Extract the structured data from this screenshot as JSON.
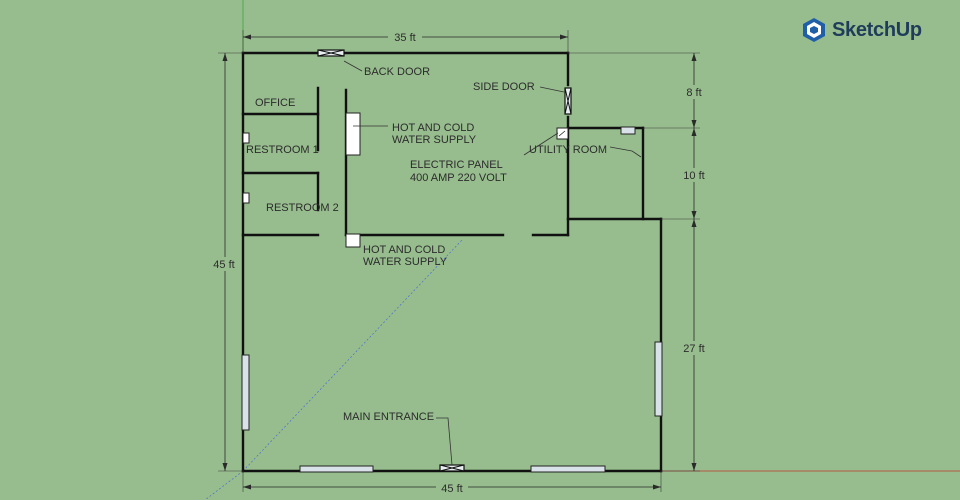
{
  "app": {
    "brand": "SketchUp",
    "brand_color": "#1f5fa8"
  },
  "labels": {
    "back_door": "BACK DOOR",
    "side_door": "SIDE DOOR",
    "office": "OFFICE",
    "restroom_1": "RESTROOM 1",
    "restroom_2": "RESTROOM 2",
    "water_supply_1_line1": "HOT AND COLD",
    "water_supply_1_line2": "WATER SUPPLY",
    "water_supply_2_line1": "HOT AND COLD",
    "water_supply_2_line2": "WATER SUPPLY",
    "electric_panel_line1": "ELECTRIC PANEL",
    "electric_panel_line2": "400 AMP 220 VOLT",
    "utility_room": "UTILITY ROOM",
    "main_entrance": "MAIN ENTRANCE"
  },
  "dimensions": {
    "top_width": "35 ft",
    "left_height": "45 ft",
    "right_upper": "8 ft",
    "right_middle": "10 ft",
    "right_lower": "27 ft",
    "bottom_width": "45 ft"
  },
  "colors": {
    "background": "#97bd8e",
    "wall": "#111111"
  }
}
